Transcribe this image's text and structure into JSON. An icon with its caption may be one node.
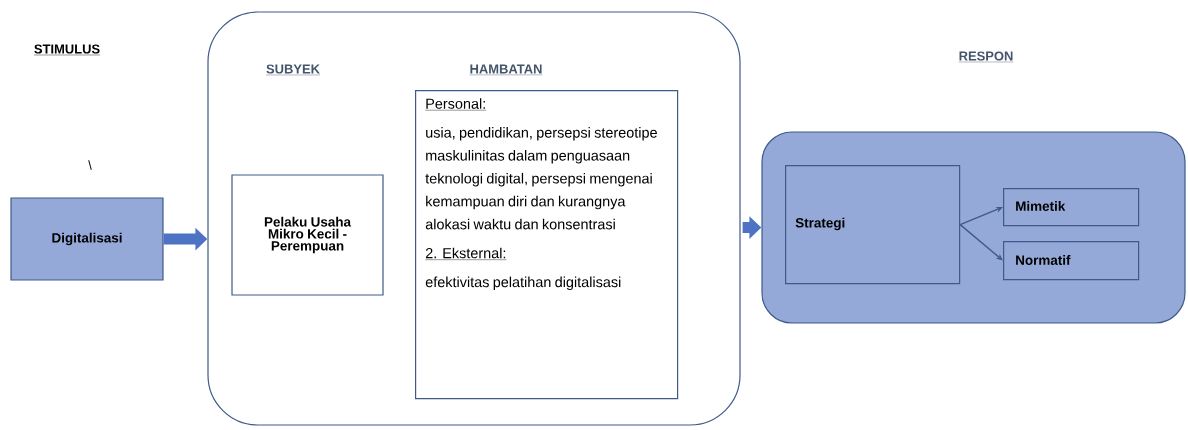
{
  "diagram": {
    "nodes": [
      {
        "text": [
          "Digitalisasi"
        ]
      },
      {
        "text": [],
        "shape": "box"
      },
      {
        "text": [
          "Pelaku Usaha Mikro Kecil - Perempuan"
        ],
        "in": 1
      },
      {
        "text": [
          "Personal:",
          "usia, pendidikan, persepsi stereotipe maskulinitas dalam penguasaan teknologi digital, persepsi mengenai kemampuan diri dan kurangnya alokasi waktu dan konsentrasi",
          "2. Eksternal:",
          "efektivitas pelatihan digitalisasi"
        ],
        "in": 1
      },
      {
        "text": [],
        "shape": "box"
      },
      {
        "text": [
          "Strategi"
        ],
        "in": 4
      },
      {
        "text": [
          "Mimetik"
        ],
        "in": 4
      },
      {
        "text": [
          "Normatif"
        ],
        "in": 4
      }
    ],
    "edges": [
      {
        "from": 0,
        "to": 1,
        "arrow": "to",
        "style": "thick"
      },
      {
        "from": 1,
        "to": 4,
        "arrow": "to",
        "style": "thick"
      },
      {
        "from": 5,
        "to": 6,
        "arrow": "to"
      },
      {
        "from": 5,
        "to": 7,
        "arrow": "to"
      }
    ],
    "labels": [
      "STIMULUS",
      "SUBYEK",
      "HAMBATAN",
      "RESPON",
      "\\"
    ]
  }
}
